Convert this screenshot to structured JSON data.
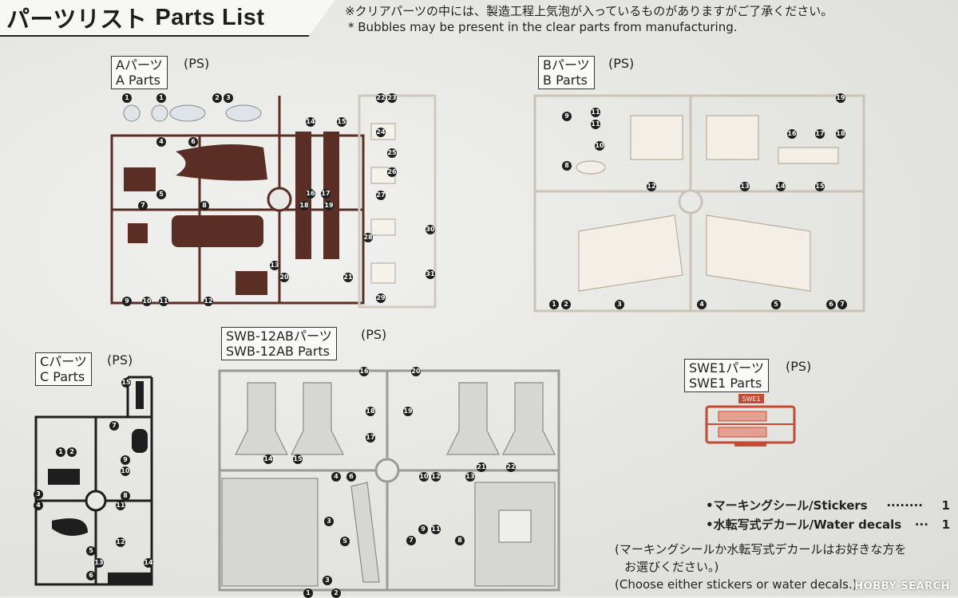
{
  "header": {
    "title_ja": "パーツリスト",
    "title_en": "Parts List",
    "notice_ja": "※クリアパーツの中には、製造工程上気泡が入っているものがありますがご了承ください。",
    "notice_en": "* Bubbles may be present in the clear parts from manufacturing."
  },
  "sprues": {
    "a": {
      "label_ja": "Aパーツ",
      "label_en": "A Parts",
      "material": "(PS)",
      "color": "#5a2e24",
      "numbers": [
        "1",
        "1",
        "2",
        "3",
        "4",
        "5",
        "6",
        "7",
        "8",
        "9",
        "10",
        "11",
        "12",
        "13",
        "14",
        "15",
        "16",
        "17",
        "18",
        "19",
        "20",
        "21",
        "22",
        "23",
        "24",
        "25",
        "26",
        "27",
        "28",
        "29",
        "30",
        "31"
      ]
    },
    "b": {
      "label_ja": "Bパーツ",
      "label_en": "B Parts",
      "material": "(PS)",
      "color": "#f2ede4",
      "numbers": [
        "1",
        "2",
        "3",
        "4",
        "5",
        "6",
        "7",
        "8",
        "9",
        "10",
        "11",
        "11",
        "12",
        "13",
        "14",
        "15",
        "16",
        "17",
        "18",
        "19"
      ]
    },
    "c": {
      "label_ja": "Cパーツ",
      "label_en": "C Parts",
      "material": "(PS)",
      "color": "#1e1e1e",
      "numbers": [
        "1",
        "2",
        "3",
        "4",
        "5",
        "6",
        "7",
        "8",
        "9",
        "10",
        "11",
        "12",
        "13",
        "14",
        "15"
      ]
    },
    "swb": {
      "label_ja": "SWB-12ABパーツ",
      "label_en": "SWB-12AB Parts",
      "material": "(PS)",
      "color": "#dcdcd8",
      "numbers": [
        "1",
        "2",
        "3",
        "4",
        "5",
        "6",
        "7",
        "8",
        "9",
        "10",
        "11",
        "12",
        "13",
        "14",
        "15",
        "16",
        "17",
        "18",
        "19",
        "20",
        "21",
        "22"
      ]
    },
    "swe": {
      "label_ja": "SWE1パーツ",
      "label_en": "SWE1 Parts",
      "material": "(PS)",
      "color": "#c44a33",
      "tag": "SWE1"
    }
  },
  "extras": {
    "stickers_label": "•マーキングシール/Stickers",
    "stickers_dots": "········",
    "stickers_count": "1",
    "decals_label": "•水転写式デカール/Water decals",
    "decals_dots": "···",
    "decals_count": "1",
    "choice_note_ja_1": "(マーキングシールか水転写式デカールはお好きな方を",
    "choice_note_ja_2": "お選びください。)",
    "choice_note_en": "(Choose either stickers or water decals.)"
  },
  "watermark": "HOBBY SEARCH"
}
